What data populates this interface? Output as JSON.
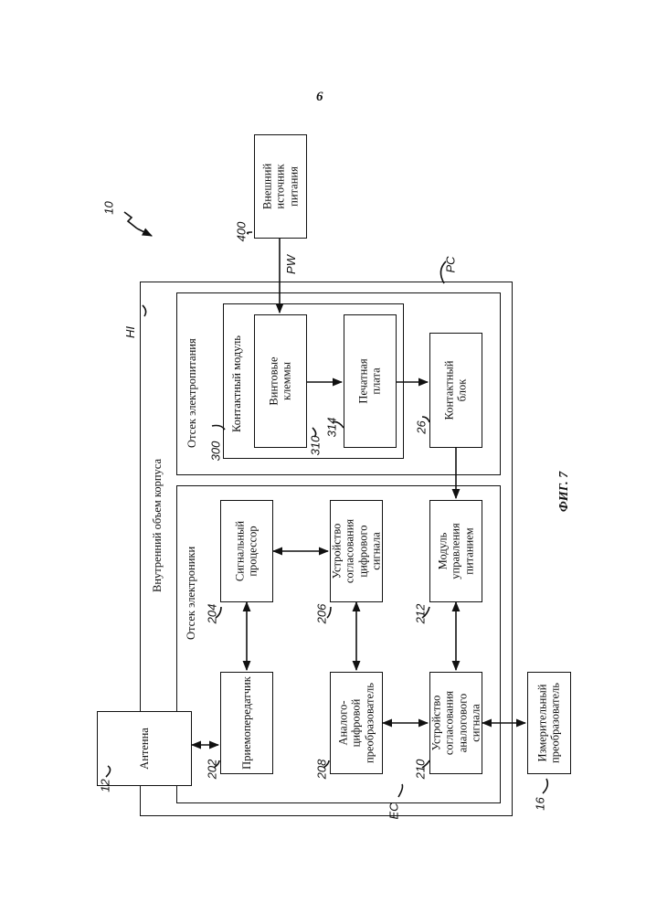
{
  "page_number": "6",
  "figure_label": "ФИГ. 7",
  "refs": {
    "system": "10",
    "housing_interior": "HI",
    "power_compartment": "PC",
    "electronics_compartment": "EC",
    "power_wire": "PW",
    "antenna": "12",
    "transducer": "16",
    "external_power": "400",
    "contact_module": "300",
    "screw_terminals": "310",
    "pcb": "314",
    "contact_block": "26",
    "transceiver": "202",
    "signal_processor": "204",
    "digital_conditioning": "206",
    "adc": "208",
    "analog_conditioning": "210",
    "power_management": "212"
  },
  "labels": {
    "housing_interior": "Внутренний объем корпуса",
    "power_compartment": "Отсек электропитания",
    "electronics_compartment": "Отсек электроники",
    "contact_module": "Контактный модуль",
    "screw_terminals": "Винтовые клеммы",
    "pcb": "Печатная плата",
    "contact_block": "Контактный\nблок",
    "external_power": "Внешний\nисточник\nпитания",
    "antenna": "Антенна",
    "transceiver": "Приемопередатчик",
    "signal_processor": "Сигнальный\nпроцессор",
    "digital_conditioning": "Устройство\nсогласования\nцифрового\nсигнала",
    "adc": "Аналого-\nцифровой\nпреобразователь",
    "analog_conditioning": "Устройство\nсогласования\nаналогового\nсигнала",
    "power_management": "Модуль\nуправления\nпитанием",
    "transducer": "Измерительный\nпреобразователь"
  }
}
